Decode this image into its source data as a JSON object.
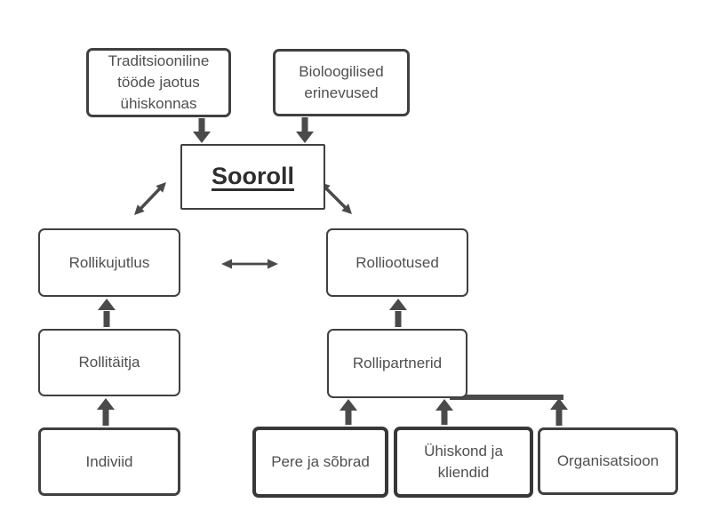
{
  "diagram": {
    "title": "Sooroll",
    "nodes": {
      "traditional": {
        "label": "Traditsiooniline\ntööde jaotus\nühiskonnas"
      },
      "biological": {
        "label": "Bioloogilised\nerinevused"
      },
      "gender_role": {
        "label": "Sooroll"
      },
      "role_image": {
        "label": "Rollikujutlus"
      },
      "role_expectations": {
        "label": "Rolliootused"
      },
      "role_performer": {
        "label": "Rollitäitja"
      },
      "role_partners": {
        "label": "Rollipartnerid"
      },
      "individual": {
        "label": "Indiviid"
      },
      "family_friends": {
        "label": "Pere ja sõbrad"
      },
      "society_clients": {
        "label": "Ühiskond ja\nkliendid"
      },
      "organisation": {
        "label": "Organisatsioon"
      }
    },
    "edges": [
      {
        "from": "Traditsiooniline tööde jaotus ühiskonnas",
        "to": "Sooroll",
        "type": "arrow"
      },
      {
        "from": "Bioloogilised erinevused",
        "to": "Sooroll",
        "type": "arrow"
      },
      {
        "from": "Sooroll",
        "to": "Rollikujutlus",
        "type": "double-arrow"
      },
      {
        "from": "Sooroll",
        "to": "Rolliootused",
        "type": "double-arrow"
      },
      {
        "from": "Rollikujutlus",
        "to": "Rolliootused",
        "type": "double-arrow"
      },
      {
        "from": "Rollitäitja",
        "to": "Rollikujutlus",
        "type": "arrow"
      },
      {
        "from": "Indiviid",
        "to": "Rollitäitja",
        "type": "arrow"
      },
      {
        "from": "Rollipartnerid",
        "to": "Rolliootused",
        "type": "arrow"
      },
      {
        "from": "Pere ja sõbrad",
        "to": "Rollipartnerid",
        "type": "arrow"
      },
      {
        "from": "Ühiskond ja kliendid",
        "to": "Rollipartnerid",
        "type": "arrow"
      },
      {
        "from": "Organisatsioon",
        "to": "Rollipartnerid",
        "type": "arrow"
      }
    ],
    "colors": {
      "background": "#ffffff",
      "box_fill": "#ffffff",
      "border": "#404040",
      "arrow": "#4a4a4a",
      "text": "#4f4f4f",
      "title_text": "#2e2e2e"
    }
  }
}
